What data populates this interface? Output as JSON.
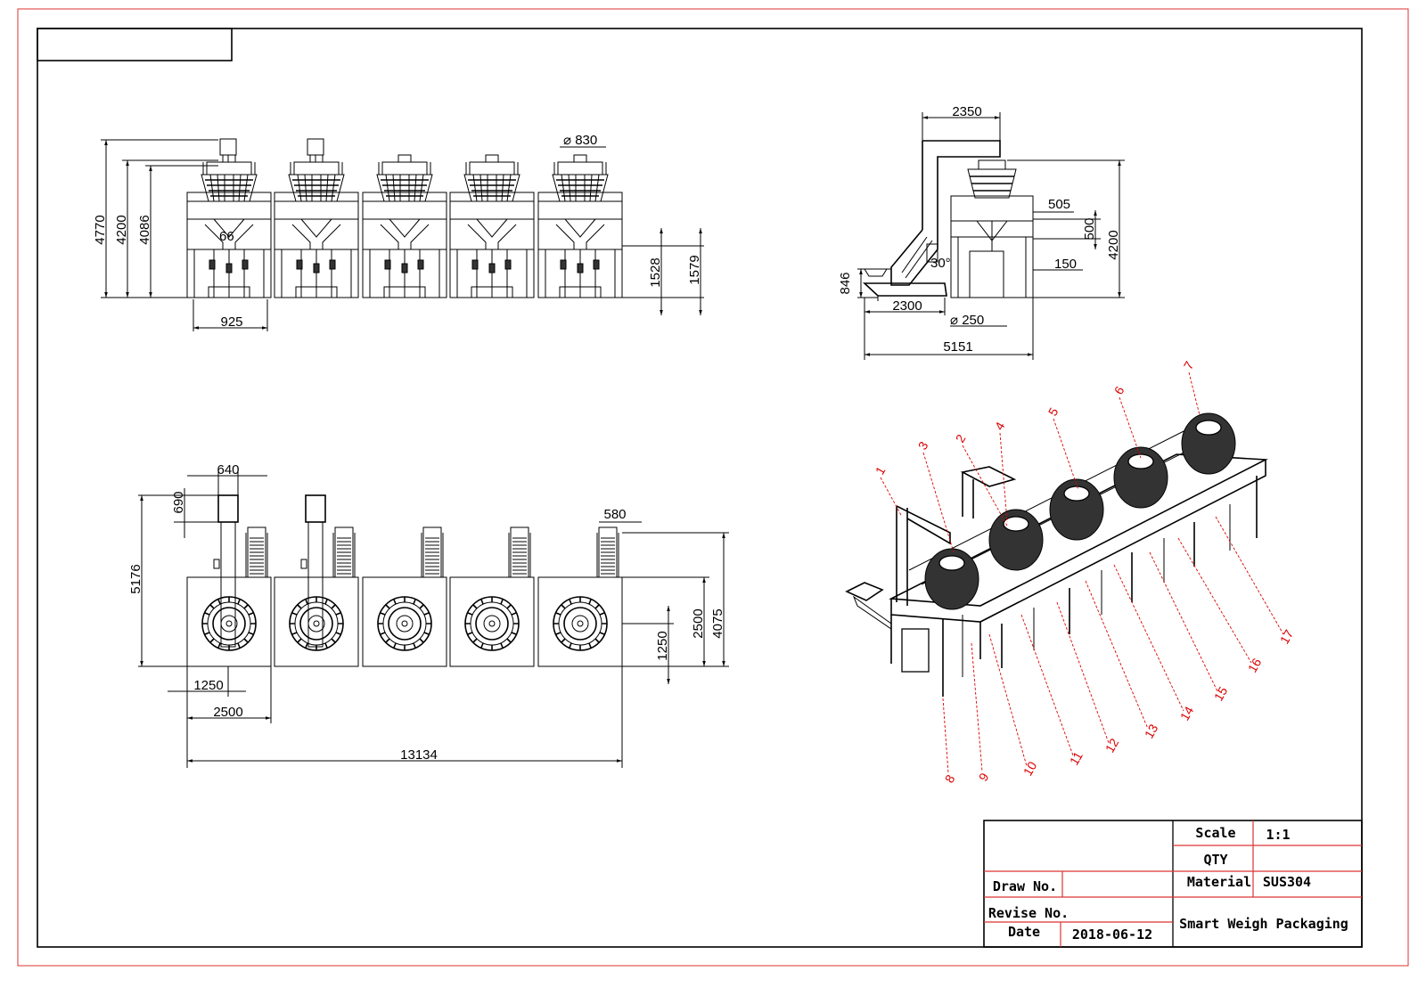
{
  "front_view": {
    "dims": [
      "4770",
      "4200",
      "4086",
      "66",
      "925",
      "⌀ 830",
      "1528",
      "1579"
    ]
  },
  "side_view": {
    "dims": [
      "2350",
      "505",
      "500",
      "4200",
      "30°",
      "150",
      "846",
      "2300",
      "⌀ 250",
      "5151"
    ]
  },
  "top_view": {
    "dims": [
      "640",
      "690",
      "5176",
      "580",
      "1250",
      "2500",
      "4075",
      "1250",
      "2500",
      "13134"
    ]
  },
  "iso_view": {
    "labels": [
      "1",
      "2",
      "3",
      "4",
      "5",
      "6",
      "7",
      "8",
      "9",
      "10",
      "11",
      "12",
      "13",
      "14",
      "15",
      "16",
      "17"
    ]
  },
  "title_block": {
    "scale_label": "Scale",
    "scale_value": "1:1",
    "qty_label": "QTY",
    "qty_value": "",
    "material_label": "Material",
    "material_value": "SUS304",
    "draw_no_label": "Draw No.",
    "revise_no_label": "Revise No.",
    "date_label": "Date",
    "date_value": "2018-06-12",
    "company": "Smart Weigh Packaging"
  },
  "colors": {
    "frame_red": "#dd3333",
    "line": "#000000",
    "leader_red": "#dd0000"
  }
}
